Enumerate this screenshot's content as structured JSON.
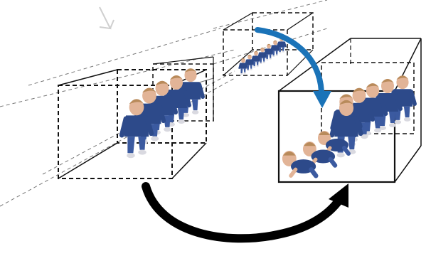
{
  "colors": {
    "background": "#ffffff",
    "box_lines": "#111111",
    "perspective_rays": "#777777",
    "blue_arrow": "#1a73b8",
    "black_arrow": "#000000",
    "shirt": "#2d4a8a",
    "pants": "#3b5aa0",
    "skin": "#e2b497",
    "hair": "#b88a5a",
    "shoe": "#d9d9e0"
  },
  "icons": {
    "top_left_mark": "faint-arrow-mark-icon",
    "blue_arrow": "curved-arrow-down-icon",
    "black_arrow": "curved-arrow-right-icon",
    "child": "walking-child-figure-icon"
  },
  "scene": {
    "left_box_figures": 5,
    "far_box_figures": 7,
    "right_box_standing_figures": 6,
    "right_box_crawling_figures": 3
  }
}
